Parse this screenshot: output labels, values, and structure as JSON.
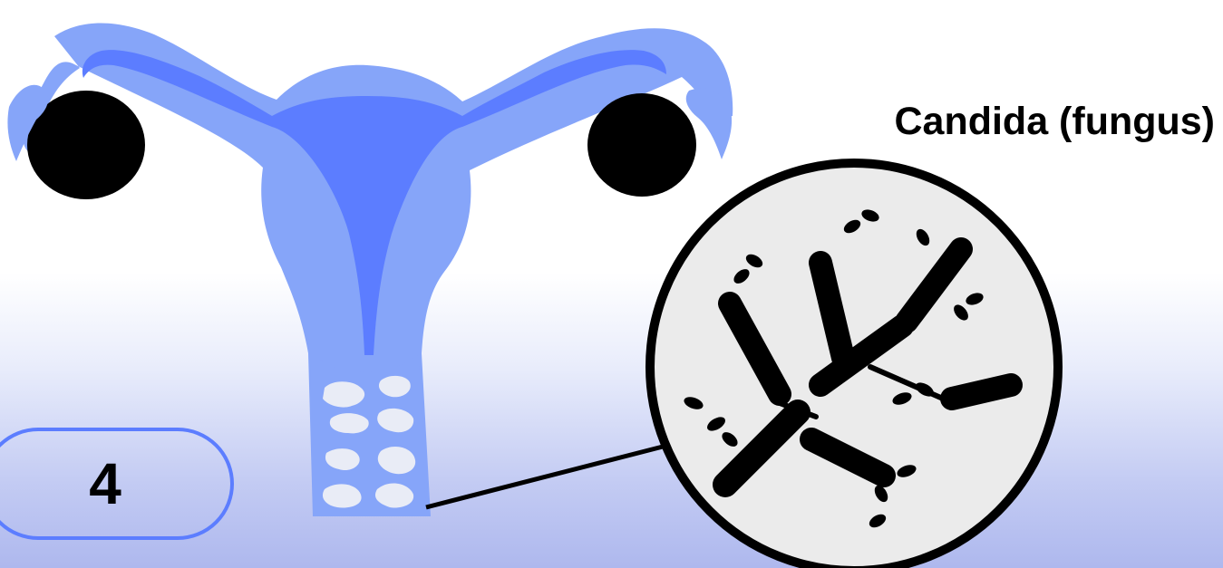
{
  "caption": {
    "label": "Candida (fungus)"
  },
  "step": {
    "number": "4"
  },
  "colors": {
    "outer_tissue": "#86a5f9",
    "inner_tissue": "#5c7dff",
    "ovary": "#000000",
    "discharge": "#e9ecf6",
    "magnifier_fill": "#ebebeb",
    "fungus": "#000000",
    "badge_border": "#5c7dff"
  },
  "icons": {
    "anatomy": "uterus-diagram",
    "organism": "candida-fungus-icon"
  }
}
